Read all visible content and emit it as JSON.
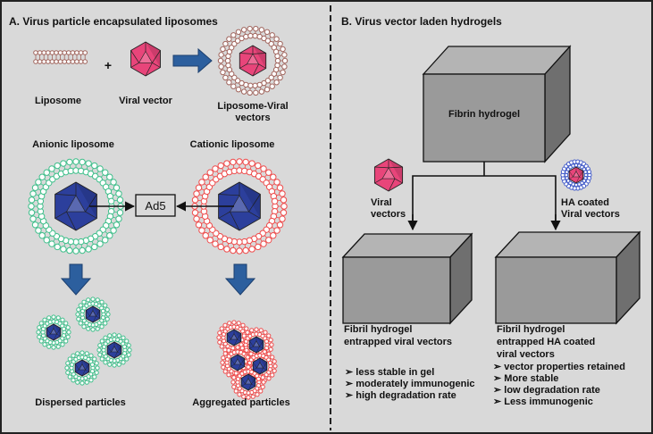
{
  "panel_a": {
    "title": "A. Virus particle encapsulated liposomes",
    "liposome_label": "Liposome",
    "plus_sign": "+",
    "viral_vector_label": "Viral vector",
    "liposome_viral_line1": "Liposome-Viral",
    "liposome_viral_line2": "vectors",
    "anionic_label": "Anionic liposome",
    "cationic_label": "Cationic liposome",
    "ad5_label": "Ad5",
    "dispersed_label": "Dispersed particles",
    "aggregated_label": "Aggregated particles"
  },
  "panel_b": {
    "title": "B. Virus vector laden hydrogels",
    "fibrin_label": "Fibrin hydrogel",
    "viral_vectors_line1": "Viral",
    "viral_vectors_line2": "vectors",
    "ha_coated_line1": "HA coated",
    "ha_coated_line2": "Viral vectors",
    "left_box_line1": "Fibril hydrogel",
    "left_box_line2": "entrapped viral vectors",
    "right_box_line1": "Fibril hydrogel",
    "right_box_line2": "entrapped HA coated",
    "right_box_line3": "viral vectors",
    "left_bullets": [
      "less stable in gel",
      "moderately immunogenic",
      "high degradation rate"
    ],
    "right_bullets": [
      "vector properties retained",
      "More stable",
      "low degradation rate",
      "Less immunogenic"
    ],
    "bullet_glyph": "➢"
  },
  "colors": {
    "background": "#d9d9d9",
    "liposome_brown": "#a0645c",
    "virus_pink": "#e8457a",
    "anionic_green": "#3dbf8a",
    "cationic_red": "#ef4a4a",
    "adeno_blue": "#2c3f9c",
    "arrow_blue": "#2c5f9e",
    "hydrogel_gray": "#9a9a9a",
    "ha_coat_blue": "#3f58c8"
  }
}
